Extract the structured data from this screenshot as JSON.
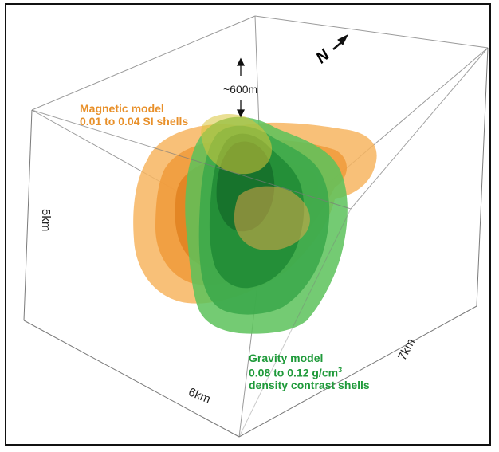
{
  "figure": {
    "magnetic_label": {
      "line1": "Magnetic model",
      "line2": "0.01 to 0.04 SI shells",
      "color": "#e8902a"
    },
    "gravity_label": {
      "line1": "Gravity model",
      "line2_main": "0.08 to 0.12 g/cm",
      "line2_sup": "3",
      "line3": "density contrast shells",
      "color": "#1f9a3a"
    },
    "dimensions": {
      "depth": "~600m",
      "height": "5km",
      "width": "6km",
      "length": "7km"
    },
    "north": "N",
    "colors": {
      "magnetic_light": "#f7b560",
      "magnetic_mid": "#f09a3a",
      "magnetic_dark": "#e07f1e",
      "gravity_light": "#5cc25a",
      "gravity_mid": "#3aa84a",
      "gravity_dark": "#1f8a35"
    }
  }
}
